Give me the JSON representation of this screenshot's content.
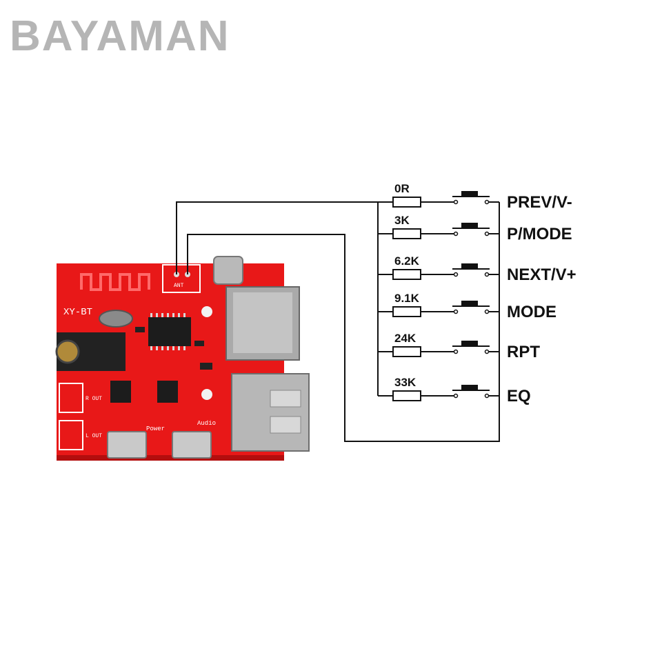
{
  "brand": "BAYAMAN",
  "board": {
    "model_label": "XY-BT",
    "silk_labels": [
      "ANT",
      "R OUT",
      "L OUT",
      "Power",
      "Audio"
    ]
  },
  "rows": [
    {
      "resistor": "0R",
      "button": "PREV/V-"
    },
    {
      "resistor": "3K",
      "button": "P/MODE"
    },
    {
      "resistor": "6.2K",
      "button": "NEXT/V+"
    },
    {
      "resistor": "9.1K",
      "button": "MODE"
    },
    {
      "resistor": "24K",
      "button": "RPT"
    },
    {
      "resistor": "33K",
      "button": "EQ"
    }
  ],
  "colors": {
    "pcb": "#e81818",
    "pcb_dark": "#b30e0e",
    "wire": "#111111",
    "brand": "#b5b5b5"
  }
}
